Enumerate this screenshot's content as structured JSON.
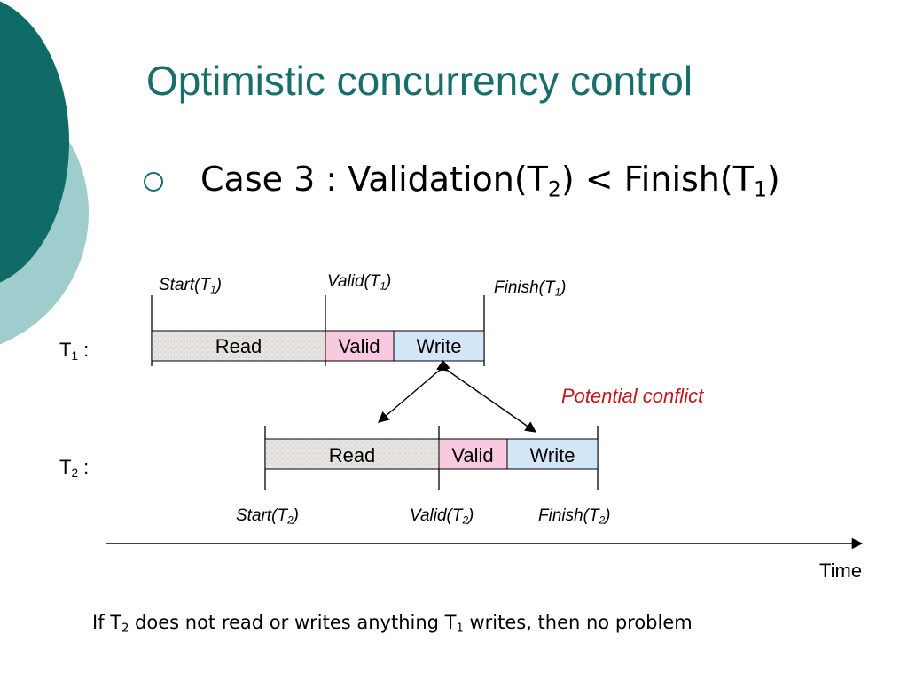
{
  "slide": {
    "title": "Optimistic concurrency control",
    "bullet": {
      "prefix": "Case 3 : Validation(T",
      "sub1": "2",
      "mid": ") < Finish(T",
      "sub2": "1",
      "suffix": ")"
    }
  },
  "diagram": {
    "t1": {
      "row_label": "T",
      "row_sub": "1",
      "row_suffix": " :",
      "start": {
        "text": "Start(T",
        "sub": "1",
        "close": ")"
      },
      "valid": {
        "text": "Valid(T",
        "sub": "1",
        "close": ")"
      },
      "finish": {
        "text": "Finish(T",
        "sub": "1",
        "close": ")"
      },
      "segments": [
        "Read",
        "Valid",
        "Write"
      ]
    },
    "t2": {
      "row_label": "T",
      "row_sub": "2",
      "row_suffix": " :",
      "start": {
        "text": "Start(T",
        "sub": "2",
        "close": ")"
      },
      "valid": {
        "text": "Valid(T",
        "sub": "2",
        "close": ")"
      },
      "finish": {
        "text": "Finish(T",
        "sub": "2",
        "close": ")"
      },
      "segments": [
        "Read",
        "Valid",
        "Write"
      ]
    },
    "conflict_label": "Potential conflict",
    "time_label": "Time"
  },
  "footer": {
    "p1": "If T",
    "s1": "2",
    "p2": " does not read or writes anything T",
    "s2": "1",
    "p3": " writes, then no problem"
  },
  "colors": {
    "title": "#176e6a",
    "decor_dark": "#0e6b65",
    "decor_light": "#9fcccd",
    "read_fill": "#e6e4e0",
    "valid_fill": "#f9c9e0",
    "write_fill": "#d3e6f8",
    "conflict": "#c0171a"
  }
}
